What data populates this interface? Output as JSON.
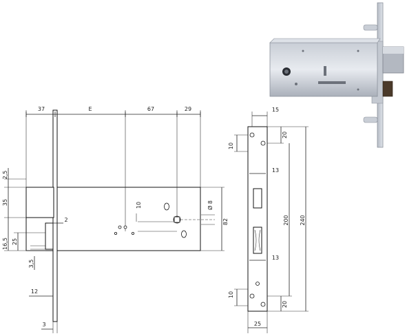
{
  "front_view": {
    "top_dims": [
      "37",
      "E",
      "67",
      "29"
    ],
    "left_dims": [
      "2,5",
      "35",
      "16,5",
      "25",
      "3,5"
    ],
    "small_dims": {
      "d10": "10",
      "d2": "2",
      "d12": "12",
      "d3": "3"
    },
    "right_dims": {
      "phi8": "Ø 8",
      "d82": "82"
    }
  },
  "side_view": {
    "dims": {
      "d15": "15",
      "d20_top": "20",
      "d10_top": "10",
      "d13_top": "13",
      "d200": "200",
      "d240": "240",
      "d13_bottom": "13",
      "d10_bottom": "10",
      "d20_bottom": "20",
      "d25": "25"
    }
  },
  "photo": {
    "subject": "lock-body-photo"
  }
}
